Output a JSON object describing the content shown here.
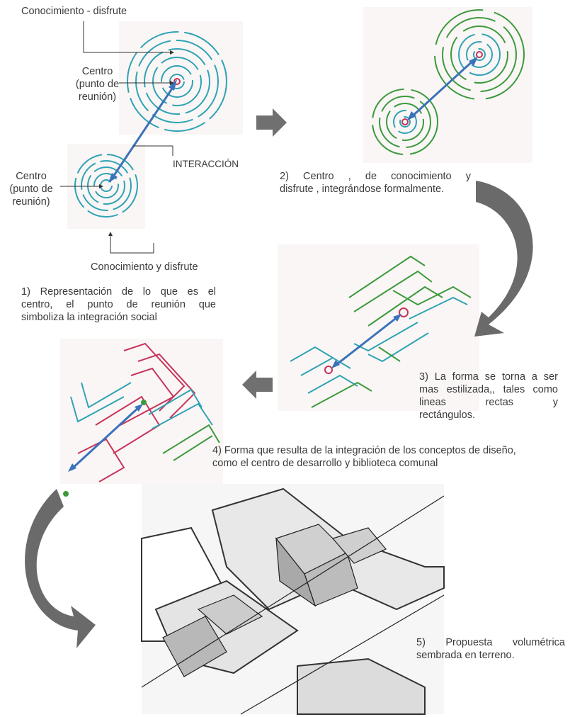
{
  "labels": {
    "conocimiento_disfrute_top": "Conocimiento - disfrute",
    "centro_1": "Centro",
    "punto_de_1": "(punto de",
    "reunion_1": "reunión)",
    "interaccion": "INTERACCIÓN",
    "centro_2": "Centro",
    "punto_de_2": "(punto de",
    "reunion_2": "reunión)",
    "conocimiento_y_disfrute": "Conocimiento y disfrute"
  },
  "steps": {
    "step1": [
      "1) Representación de lo que es el",
      "centro, el punto de reunión que",
      "simboliza la integración social"
    ],
    "step2": [
      "2) Centro , de conocimiento y",
      "disfrute , integrándose formalmente."
    ],
    "step3": [
      "3) La forma se torna a ser",
      "mas estilizada,, tales como",
      "lineas rectas y",
      "rectángulos."
    ],
    "step4": [
      "4) Forma que resulta de la integración de los conceptos de diseño,",
      "como el centro de desarrollo y biblioteca comunal"
    ],
    "step5": [
      "5) Propuesta volumétrica",
      "sembrada en terreno."
    ]
  },
  "colors": {
    "teal": "#2fa3b3",
    "green": "#3c9a3c",
    "red": "#c8345a",
    "blue_arrow": "#3b72b9",
    "grey_arrow": "#707070"
  }
}
